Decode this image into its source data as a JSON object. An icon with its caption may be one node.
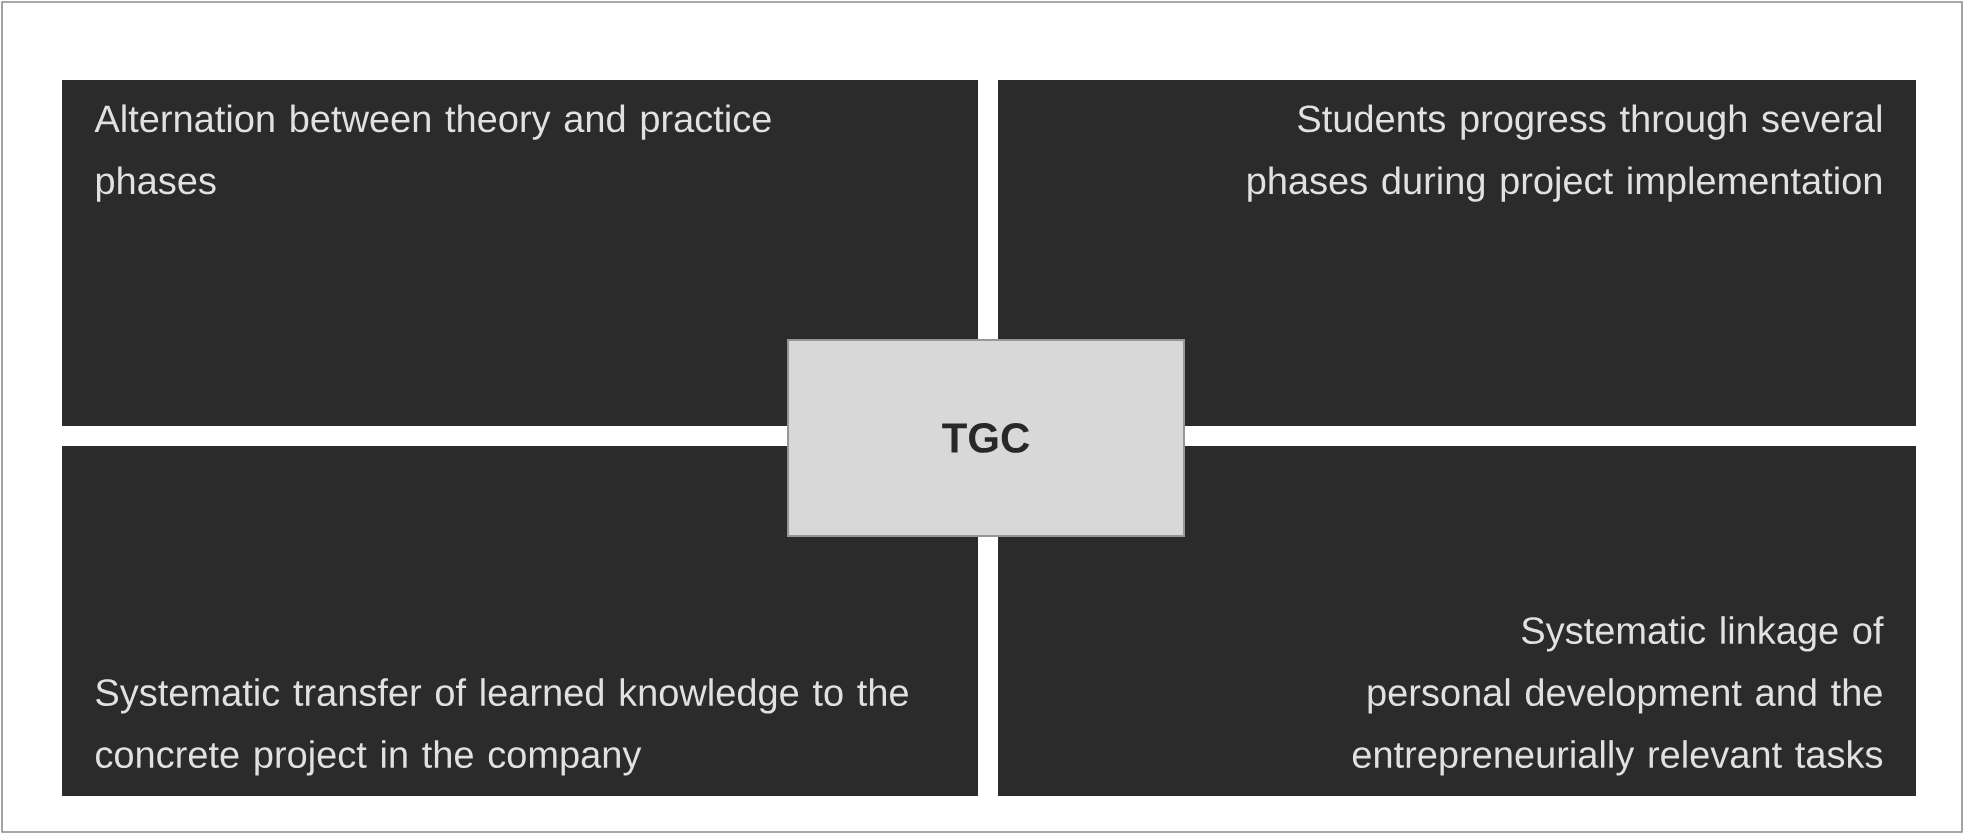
{
  "diagram": {
    "nodes": [
      {
        "text": [
          "Alternation between theory and practice phases"
        ]
      },
      {
        "text": [
          "Students progress through several phases during project implementation"
        ]
      },
      {
        "text": [
          "TGC"
        ]
      },
      {
        "text": [
          "Systematic transfer of learned knowledge to the concrete project in the company"
        ]
      },
      {
        "text": [
          "Systematic linkage of personal development and the entrepreneurially relevant tasks"
        ]
      }
    ]
  }
}
